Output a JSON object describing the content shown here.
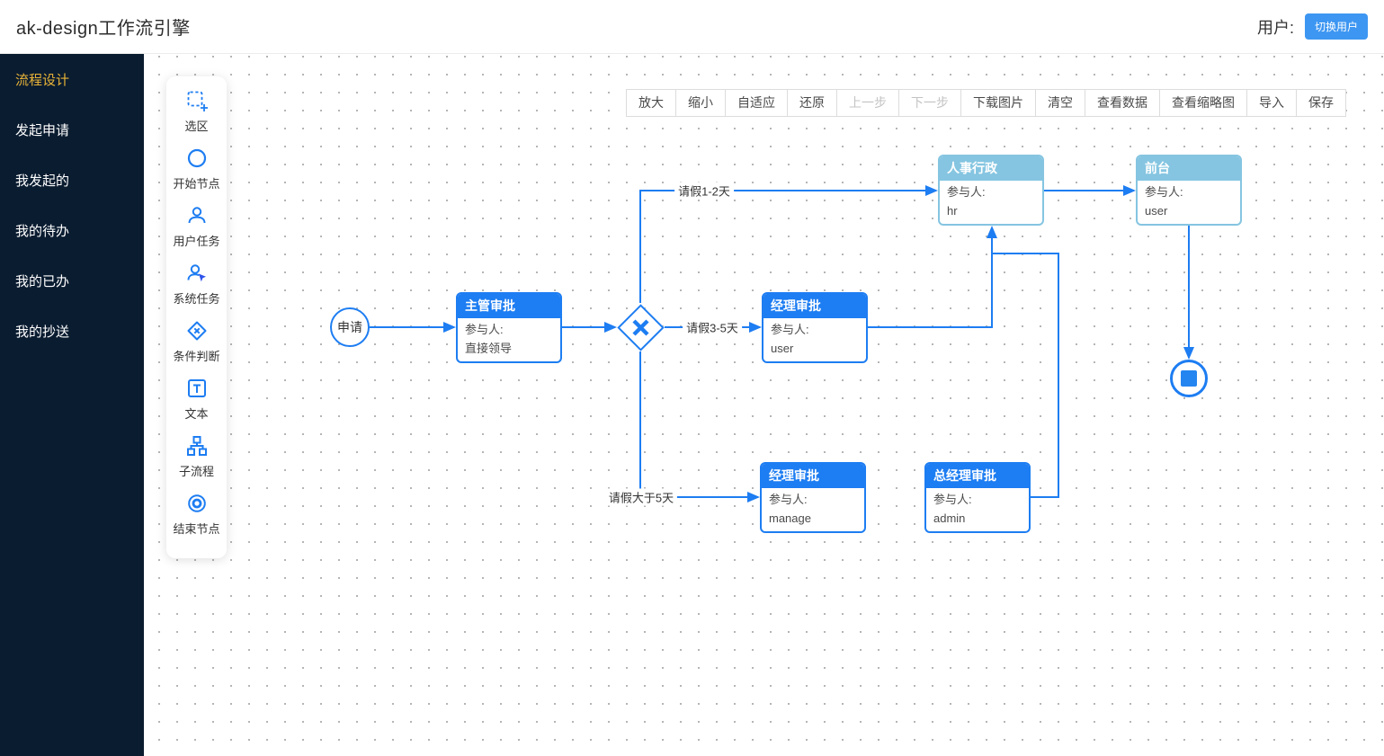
{
  "header": {
    "title": "ak-design工作流引擎",
    "user_label": "用户:",
    "switch_user_button": "切换用户"
  },
  "sidebar": {
    "items": [
      {
        "label": "流程设计",
        "active": true
      },
      {
        "label": "发起申请",
        "active": false
      },
      {
        "label": "我发起的",
        "active": false
      },
      {
        "label": "我的待办",
        "active": false
      },
      {
        "label": "我的已办",
        "active": false
      },
      {
        "label": "我的抄送",
        "active": false
      }
    ]
  },
  "palette": {
    "items": [
      {
        "label": "选区",
        "icon": "marquee-select-icon"
      },
      {
        "label": "开始节点",
        "icon": "start-node-icon"
      },
      {
        "label": "用户任务",
        "icon": "user-task-icon"
      },
      {
        "label": "系统任务",
        "icon": "system-task-icon"
      },
      {
        "label": "条件判断",
        "icon": "condition-icon"
      },
      {
        "label": "文本",
        "icon": "text-icon"
      },
      {
        "label": "子流程",
        "icon": "subprocess-icon"
      },
      {
        "label": "结束节点",
        "icon": "end-node-icon"
      }
    ]
  },
  "toolbar": {
    "buttons": [
      {
        "label": "放大",
        "enabled": true
      },
      {
        "label": "缩小",
        "enabled": true
      },
      {
        "label": "自适应",
        "enabled": true
      },
      {
        "label": "还原",
        "enabled": true
      },
      {
        "label": "上一步",
        "enabled": false
      },
      {
        "label": "下一步",
        "enabled": false
      },
      {
        "label": "下载图片",
        "enabled": true
      },
      {
        "label": "清空",
        "enabled": true
      },
      {
        "label": "查看数据",
        "enabled": true
      },
      {
        "label": "查看缩略图",
        "enabled": true
      },
      {
        "label": "导入",
        "enabled": true
      },
      {
        "label": "保存",
        "enabled": true
      }
    ]
  },
  "flow": {
    "start": {
      "label": "申请"
    },
    "nodes": [
      {
        "title": "主管审批",
        "field": "参与人:",
        "value": "直接领导",
        "variant": "primary"
      },
      {
        "title": "经理审批",
        "field": "参与人:",
        "value": "user",
        "variant": "primary"
      },
      {
        "title": "人事行政",
        "field": "参与人:",
        "value": "hr",
        "variant": "light"
      },
      {
        "title": "前台",
        "field": "参与人:",
        "value": "user",
        "variant": "light"
      },
      {
        "title": "经理审批",
        "field": "参与人:",
        "value": "manage",
        "variant": "primary"
      },
      {
        "title": "总经理审批",
        "field": "参与人:",
        "value": "admin",
        "variant": "primary"
      }
    ],
    "edge_labels": [
      {
        "text": "请假1-2天"
      },
      {
        "text": "请假3-5天"
      },
      {
        "text": "请假大于5天"
      }
    ]
  },
  "colors": {
    "primary_blue": "#1d7df2",
    "light_header_blue": "#85c5e1",
    "sidebar_bg": "#0a1c30",
    "active_gold": "#e9b438",
    "button_blue": "#3d96f2"
  }
}
